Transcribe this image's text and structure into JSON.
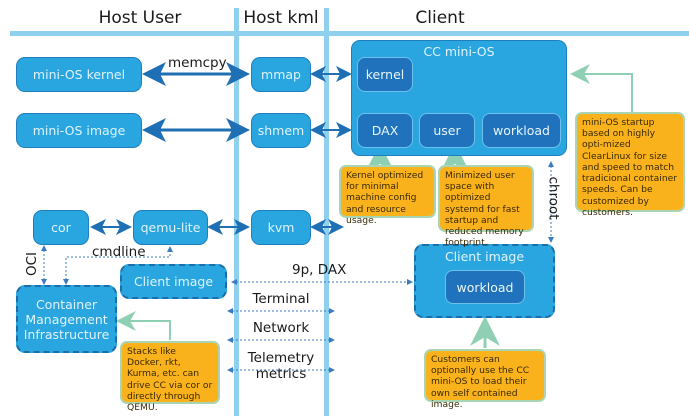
{
  "headers": {
    "host_user": "Host User",
    "host_kml": "Host kml",
    "client": "Client"
  },
  "host_user": {
    "mini_os_kernel": "mini-OS kernel",
    "mini_os_image": "mini-OS image",
    "cor": "cor",
    "qemu_lite": "qemu-lite",
    "client_image": "Client image",
    "container_mgmt": "Container Management Infrastructure"
  },
  "host_kml": {
    "mmap": "mmap",
    "shmem": "shmem",
    "kvm": "kvm"
  },
  "client": {
    "cc_mini_os": {
      "title": "CC mini-OS",
      "kernel": "kernel",
      "dax": "DAX",
      "user": "user",
      "workload": "workload"
    },
    "client_image": {
      "title": "Client image",
      "workload": "workload"
    }
  },
  "edge_labels": {
    "memcpy": "memcpy",
    "cmdline": "cmdline",
    "oci": "OCI",
    "chroot": "chroot",
    "p9_dax": "9p, DAX",
    "terminal": "Terminal",
    "network": "Network",
    "telemetry": "Telemetry metrics"
  },
  "notes": {
    "mini_os_startup": "mini-OS startup based on highly opti-mized ClearLinux for size and speed to match tradicional container speeds. Can be customized by customers.",
    "kernel_optimized": "Kernel optimized for minimal machine config and resource usage.",
    "minimized_user": "Minimized user space with optimized systemd for fast startup and reduced memory footprint.",
    "stacks": "Stacks like Docker, rkt, Kurma, etc. can drive CC via cor or directly through QEMU.",
    "customers": "Customers can optionally use the CC mini-OS to load their own self contained image."
  },
  "colors": {
    "box_fill": "#29a6e0",
    "inner_fill": "#1f72bb",
    "arrow": "#1f6fb5",
    "lane": "#8fd0ef",
    "note_fill": "#f9b21b",
    "note_arrow": "#8fd0b4"
  }
}
